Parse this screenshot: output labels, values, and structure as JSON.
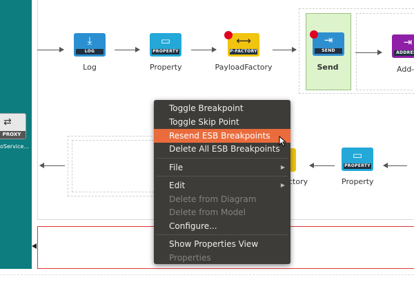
{
  "proxy": {
    "caption": "PROXY",
    "label": "oService..."
  },
  "mediators_top": [
    {
      "caption": "LOG",
      "label": "Log",
      "color": "#2a90d2",
      "glyph": "⤓"
    },
    {
      "caption": "PROPERTY",
      "label": "Property",
      "color": "#23a8d8",
      "glyph": "▭"
    },
    {
      "caption": "P-FACTORY",
      "label": "PayloadFactory",
      "color": "#f1c40f",
      "glyph": "⟷",
      "breakpoint": true
    },
    {
      "caption": "SEND",
      "label": "Send",
      "color": "#2e8fd0",
      "glyph": "⇥",
      "breakpoint": true
    },
    {
      "caption": "ADDRESS",
      "label": "Add-E",
      "color": "#8e1fa6",
      "glyph": "⇥"
    }
  ],
  "mediators_bottom": [
    {
      "caption": "PROPERTY",
      "label": "Property",
      "color": "#23a8d8",
      "glyph": "▭"
    },
    {
      "label": "ctory"
    }
  ],
  "context_menu": {
    "items": [
      {
        "label": "Toggle Breakpoint",
        "enabled": true
      },
      {
        "label": "Toggle Skip Point",
        "enabled": true
      },
      {
        "label": "Resend ESB Breakpoints",
        "enabled": true,
        "highlighted": true
      },
      {
        "label": "Delete All ESB Breakpoints",
        "enabled": true
      },
      {
        "label": "File",
        "enabled": true,
        "submenu": true
      },
      {
        "label": "Edit",
        "enabled": true,
        "submenu": true
      },
      {
        "label": "Delete from Diagram",
        "enabled": false
      },
      {
        "label": "Delete from Model",
        "enabled": false
      },
      {
        "label": "Configure...",
        "enabled": true
      },
      {
        "label": "Show Properties View",
        "enabled": true
      },
      {
        "label": "Properties",
        "enabled": false
      }
    ]
  },
  "colors": {
    "proxy_band": "#0d7d7f",
    "menu_bg": "#3d3c38",
    "menu_highlight": "#ea6b3c",
    "breakpoint": "#e00022",
    "send_bg": "#ddf3cb"
  }
}
